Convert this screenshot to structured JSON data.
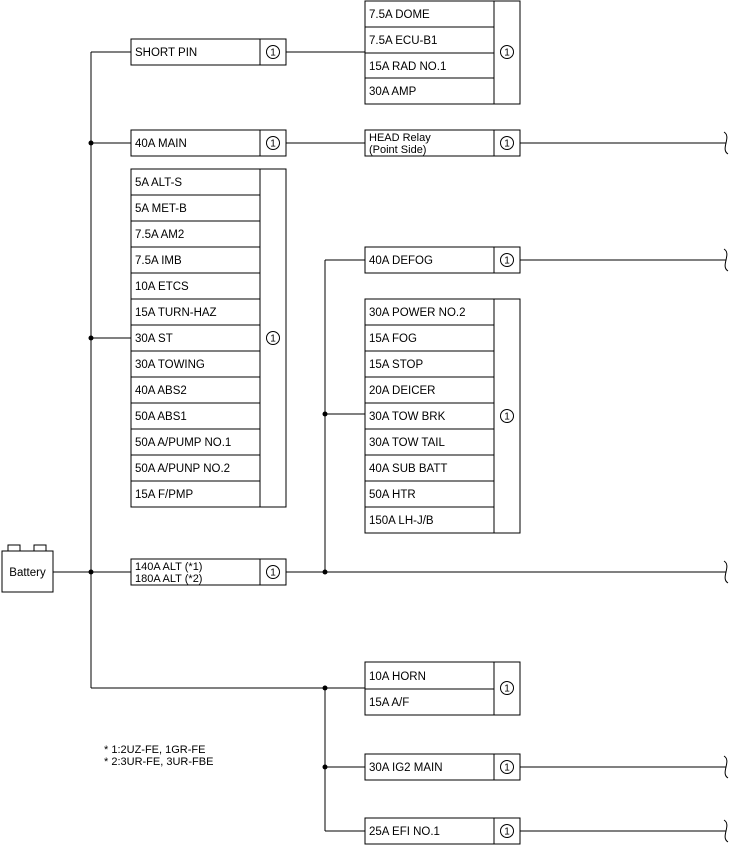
{
  "battery": {
    "label": "Battery"
  },
  "circuit_no": "1",
  "short_pin": {
    "label": "SHORT PIN"
  },
  "top_group": [
    "7.5A DOME",
    "7.5A ECU-B1",
    "15A RAD NO.1",
    "30A AMP"
  ],
  "main": {
    "label": "40A MAIN"
  },
  "head_relay": {
    "line1": "HEAD Relay",
    "line2": "(Point Side)"
  },
  "main_group": [
    "5A ALT-S",
    "5A MET-B",
    "7.5A AM2",
    "7.5A IMB",
    "10A ETCS",
    "15A TURN-HAZ",
    "30A ST",
    "30A TOWING",
    "40A ABS2",
    "50A ABS1",
    "50A A/PUMP NO.1",
    "50A A/PUNP NO.2",
    "15A F/PMP"
  ],
  "defog": {
    "label": "40A DEFOG"
  },
  "power_group": [
    "30A POWER NO.2",
    "15A FOG",
    "15A STOP",
    "20A DEICER",
    "30A TOW BRK",
    "30A TOW TAIL",
    "40A SUB BATT",
    "50A HTR",
    "150A LH-J/B"
  ],
  "alt": {
    "line1": "140A ALT (*1)",
    "line2": "180A ALT (*2)"
  },
  "horn_group": [
    "10A HORN",
    "15A A/F"
  ],
  "ig2": {
    "label": "30A IG2 MAIN"
  },
  "efi": {
    "label": "25A EFI NO.1"
  },
  "notes": [
    "* 1:2UZ-FE, 1GR-FE",
    "* 2:3UR-FE, 3UR-FBE"
  ]
}
